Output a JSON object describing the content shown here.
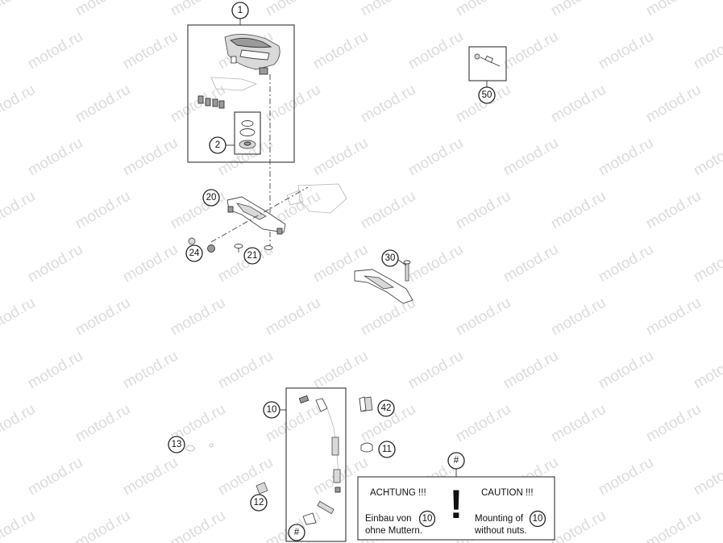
{
  "watermark": {
    "text": "motod.ru"
  },
  "callouts": {
    "c1": "1",
    "c2": "2",
    "c10": "10",
    "c11": "11",
    "c12": "12",
    "c13": "13",
    "c20": "20",
    "c21": "21",
    "c24": "24",
    "c30": "30",
    "c42": "42",
    "c50": "50",
    "c_hash_kit": "#",
    "c_hash_note": "#"
  },
  "notice": {
    "left_heading": "ACHTUNG !!!",
    "right_heading": "CAUTION !!!",
    "exclamation": "!",
    "left_line1": "Einbau von",
    "left_line2": "ohne Muttern.",
    "right_line1": "Mounting of",
    "right_line2": "without nuts.",
    "left_ref": "10",
    "right_ref": "10"
  }
}
